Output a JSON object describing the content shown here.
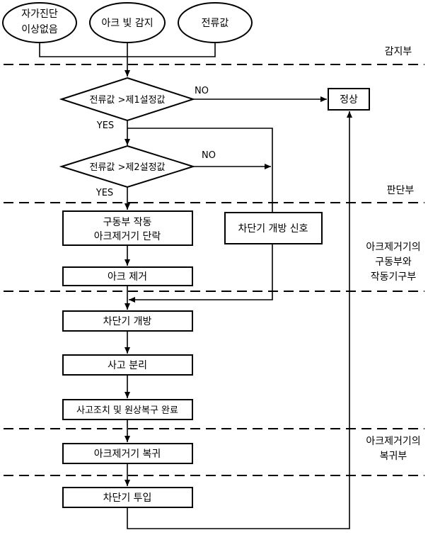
{
  "start_nodes": {
    "self_diagnosis_line1": "자가진단",
    "self_diagnosis_line2": "이상없음",
    "arc_detect": "아크 빛 감지",
    "current_value": "전류값"
  },
  "decisions": {
    "first": "전류값 >제1설정값",
    "second": "전류값 >제2설정값"
  },
  "edge_labels": {
    "no1": "NO",
    "yes1": "YES",
    "no2": "NO",
    "yes2": "YES"
  },
  "boxes": {
    "normal": "정상",
    "drive_line1": "구동부 작동",
    "drive_line2": "아크제거기 단락",
    "breaker_signal": "차단기 개방 신호",
    "arc_remove": "아크 제거",
    "breaker_open": "차단기 개방",
    "fault_isolate": "사고 분리",
    "restore_complete": "사고조치 및 원상복구 완료",
    "arc_eliminator_restore": "아크제거기 복귀",
    "breaker_close": "차단기 투입"
  },
  "sections": {
    "detect": "감지부",
    "judge": "판단부",
    "drive_line1": "아크제거기의",
    "drive_line2": "구동부와",
    "drive_line3": "작동기구부",
    "restore_line1": "아크제거기의",
    "restore_line2": "복귀부"
  }
}
